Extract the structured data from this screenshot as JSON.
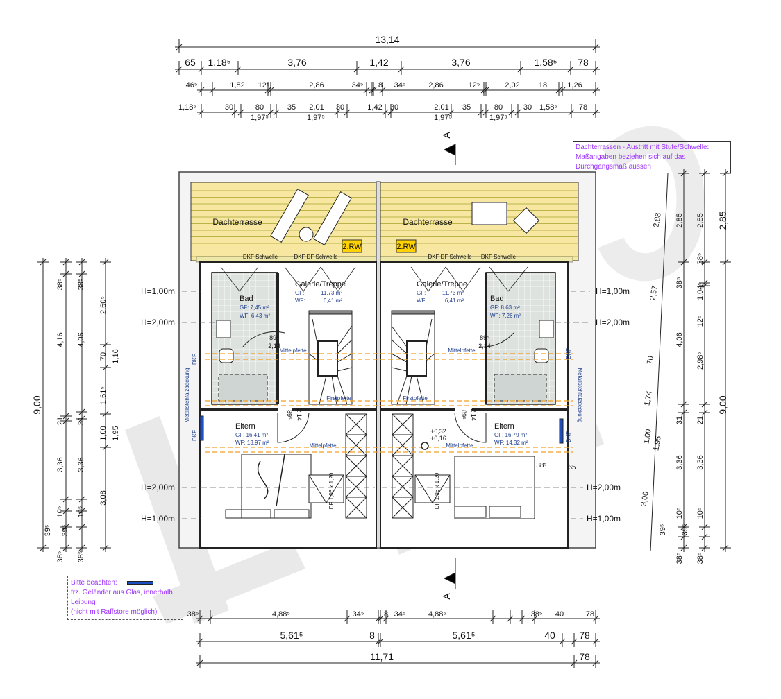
{
  "colors": {
    "terrace": "#f7e7a0",
    "terrace_lines": "#b8b44a",
    "tiles": "#dde2df",
    "beam": "#f0a020",
    "note": "#9b30ff",
    "badge": "#ffd200",
    "watermark": "#e6e6e6"
  },
  "dimensions": {
    "top": {
      "overall": "13,14",
      "row2": [
        "65",
        "1,18⁵",
        "3,76",
        "1,42",
        "3,76",
        "1,58⁵",
        "78"
      ],
      "row3": [
        "46⁵",
        "1,82",
        "12⁵",
        "2,86",
        "34⁵",
        "8",
        "34⁵",
        "2,86",
        "12⁵",
        "2,02",
        "18",
        "1,26"
      ],
      "row4": [
        "1,18⁵",
        "30",
        "80",
        "35",
        "2,01",
        "30",
        "1,42",
        "30",
        "2,01",
        "35",
        "80",
        "30",
        "1,58⁵",
        "78"
      ],
      "row4_sub": [
        "1,97⁵",
        "1,97⁵",
        "1,97⁵",
        "1,97⁵"
      ]
    },
    "left": {
      "overall": "9,00",
      "col2": [
        "38⁵",
        "4,16",
        "21",
        "3,36",
        "10⁵",
        "39⁵",
        "38⁵"
      ],
      "col3": [
        "38⁵",
        "4,06",
        "31",
        "3,36",
        "10⁵",
        "39⁵",
        "38⁵"
      ],
      "col4": [
        "2,60⁵",
        "70",
        "1,16",
        "1,61⁵",
        "1,00",
        "1,95",
        "3,08"
      ]
    },
    "right": {
      "slant": [
        "2,88",
        "2,57",
        "70",
        "1,74",
        "1,00",
        "1,95",
        "3,00"
      ],
      "col2": [
        "2,85",
        "38⁵",
        "4,06",
        "31",
        "3,36",
        "10⁵",
        "39⁵",
        "38⁵"
      ],
      "col3": [
        "2,85",
        "38⁵",
        "1,04⁵",
        "12⁵",
        "2,98⁵",
        "21",
        "3,36",
        "10⁵",
        "39⁵",
        "38⁵"
      ],
      "col4": [
        "2,85",
        "9,00"
      ]
    },
    "bottom": {
      "row1": [
        "38⁵",
        "4,88⁵",
        "34⁵",
        "8",
        "34⁵",
        "4,88⁵",
        "38⁵",
        "40",
        "78"
      ],
      "row2": [
        "5,61⁵",
        "8",
        "5,61⁵",
        "40",
        "78"
      ],
      "row3": [
        "11,71",
        "78"
      ]
    }
  },
  "heights": {
    "h100": "H=1,00m",
    "h200": "H=2,00m"
  },
  "section": {
    "label": "A"
  },
  "rooms": {
    "terrace_left": "Dachterrasse",
    "terrace_right": "Dachterrasse",
    "rw_left": "2.RW",
    "rw_right": "2.RW",
    "dkf_schwelle": "DKF Schwelle",
    "dkf_df_schwelle": "DKF DF Schwelle",
    "galerie": {
      "name": "Galerie/Treppe",
      "gf_label": "GF:",
      "gf": "11,73 m²",
      "wf_label": "WF:",
      "wf": "6,41 m²"
    },
    "bad_left": {
      "name": "Bad",
      "gf": "GF: 7,45 m²",
      "wf": "WF: 6,43 m²"
    },
    "bad_right": {
      "name": "Bad",
      "gf": "GF: 8,63 m²",
      "wf": "WF: 7,26 m²"
    },
    "eltern_left": {
      "name": "Eltern",
      "gf": "GF: 16,41 m²",
      "wf": "WF: 13,97 m²"
    },
    "eltern_right": {
      "name": "Eltern",
      "gf": "GF: 16,79 m²",
      "wf": "WF: 14,32 m²"
    },
    "mittelpfette": "Mittelpfette",
    "firstpfette": "Firstpfette",
    "door_width": "89⁵",
    "door_height": "2,14",
    "dkf": "DKF",
    "metal_roof": "Metallstehfalzdeckung",
    "roof_window": "DF 1,06 x 1,20",
    "level_top": "+6,32",
    "level_bottom": "+6,16",
    "side_38": "38⁵",
    "side_65": "65"
  },
  "notes": {
    "top_line1": "Dachterrassen - Austritt mit Stufe/Schwelle:",
    "top_line2": "Maßangaben beziehen sich auf das Durchgangsmaß aussen",
    "bottom_line1": "Bitte beachten:",
    "bottom_line2": "frz. Geländer aus Glas, innerhalb Leibung",
    "bottom_line3": "(nicht mit Raffstore möglich)"
  }
}
